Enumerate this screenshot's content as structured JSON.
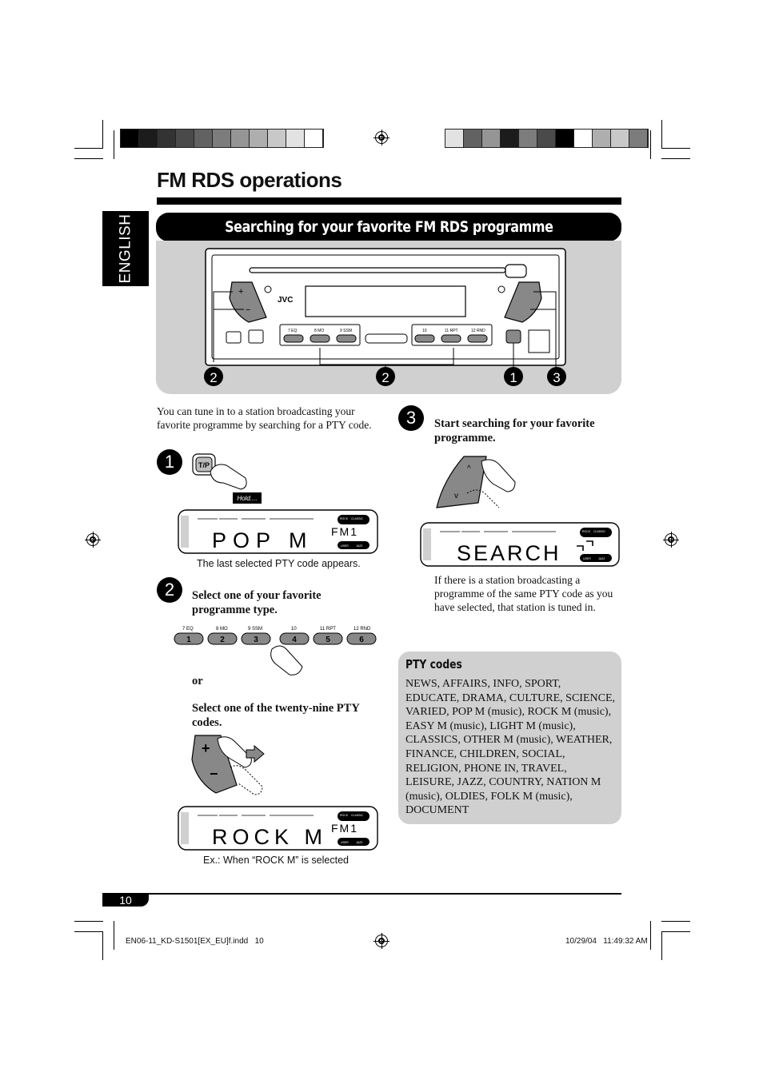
{
  "header": {
    "title": "FM RDS operations",
    "language_tab": "ENGLISH",
    "section_title": "Searching for your favorite FM RDS programme"
  },
  "diagram": {
    "brand": "JVC",
    "preset_labels": [
      "7 EQ",
      "8 MO",
      "9 SSM",
      "10",
      "11 RPT",
      "12 RND"
    ],
    "preset_numbers": [
      "1",
      "2",
      "3",
      "4",
      "5",
      "6"
    ],
    "callouts": [
      "2",
      "2",
      "1",
      "3"
    ],
    "tp_button": "T/P"
  },
  "intro": "You can tune in to a station broadcasting your favorite programme by searching for a PTY code.",
  "steps": [
    {
      "number": "1",
      "hold_label": "Hold....",
      "button_label": "T/P",
      "display_text": "POP M",
      "display_band": "FM1",
      "caption": "The last selected PTY code appears."
    },
    {
      "number": "2",
      "label": "Select one of your favorite programme type.",
      "or_text": "or",
      "label_alt": "Select one of the twenty-nine PTY codes.",
      "display_text": "ROCK M",
      "display_band": "FM1",
      "caption": "Ex.: When “ROCK M” is selected"
    },
    {
      "number": "3",
      "label": "Start searching for your favorite programme.",
      "display_text": "SEARCH",
      "note": "If there is a station broadcasting a programme of the same PTY code as you have selected, that station is tuned in."
    }
  ],
  "pty": {
    "heading": "PTY codes",
    "list": "NEWS, AFFAIRS, INFO, SPORT, EDUCATE, DRAMA, CULTURE, SCIENCE, VARIED, POP M (music), ROCK M (music), EASY M (music), LIGHT M (music), CLASSICS, OTHER M (music), WEATHER, FINANCE, CHILDREN, SOCIAL, RELIGION, PHONE IN, TRAVEL, LEISURE, JAZZ, COUNTRY, NATION M (music), OLDIES, FOLK M (music), DOCUMENT"
  },
  "display_indicators": {
    "rock": "ROCK",
    "classic": "CLASSIC",
    "user": "USER",
    "jazz": "JAZZ"
  },
  "footer": {
    "page_number": "10",
    "file_slug": "EN06-11_KD-S1501[EX_EU]f.indd   10",
    "timestamp": "10/29/04   11:49:32 AM"
  },
  "colors": {
    "panel_gray": "#d0d0d0",
    "ink": "#000000"
  }
}
